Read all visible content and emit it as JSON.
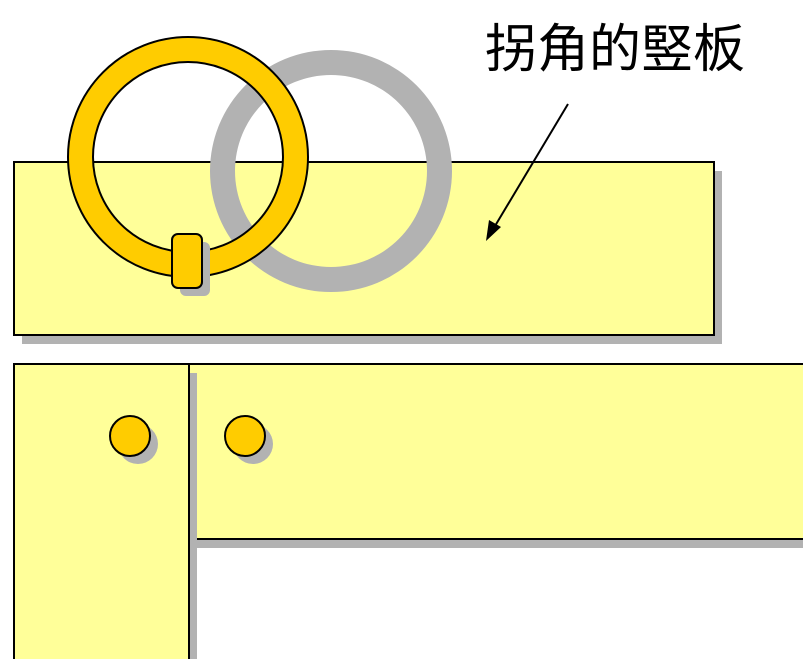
{
  "diagram": {
    "label": "拐角的竪板",
    "colors": {
      "panel_fill": "#FFFF99",
      "panel_stroke": "#000000",
      "shadow": "#B2B2B2",
      "ring_fill": "#FFCC00",
      "ring_stroke": "#000000",
      "arrow": "#000000"
    },
    "parts": [
      "upper-panel",
      "lower-horizontal-panel",
      "lower-vertical-post",
      "ring-handle",
      "left-knob",
      "right-knob"
    ]
  }
}
